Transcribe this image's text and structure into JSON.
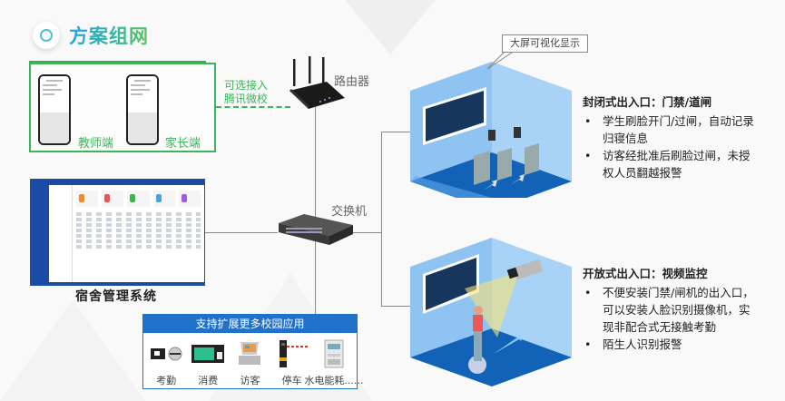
{
  "header": {
    "title": "方案组网"
  },
  "mobile": {
    "clients": [
      {
        "label": "教师端"
      },
      {
        "label": "家长端"
      }
    ],
    "optional_label_line1": "可选接入",
    "optional_label_line2": "腾讯微校"
  },
  "network": {
    "router_label": "路由器",
    "switch_label": "交换机"
  },
  "dashboard": {
    "label": "宿舍管理系统"
  },
  "apps": {
    "header": "支持扩展更多校园应用",
    "items": [
      {
        "label": "考勤",
        "icon": "card-reader-icon"
      },
      {
        "label": "消费",
        "icon": "pos-terminal-icon"
      },
      {
        "label": "访客",
        "icon": "visitor-kiosk-icon"
      },
      {
        "label": "停车",
        "icon": "parking-barrier-icon"
      },
      {
        "label": "水电能耗......",
        "icon": "electric-meter-icon"
      }
    ]
  },
  "callout": {
    "text": "大屏可视化显示"
  },
  "closed_entrance": {
    "title": "封闭式出入口：门禁/道闸",
    "bullets": [
      "学生刷脸开门/过闸，自动记录归寝信息",
      "访客经批准后刷脸过闸，未授权人员翻越报警"
    ]
  },
  "open_entrance": {
    "title": "开放式出入口：视频监控",
    "bullets": [
      "不便安装门禁/闸机的出入口，可以安装人脸识别摄像机，实现非配合式无接触考勤",
      "陌生人识别报警"
    ]
  },
  "colors": {
    "green": "#3cb55a",
    "blue": "#1f71c9",
    "room_wall": "#8fc3f2",
    "room_floor": "#1262b8"
  }
}
